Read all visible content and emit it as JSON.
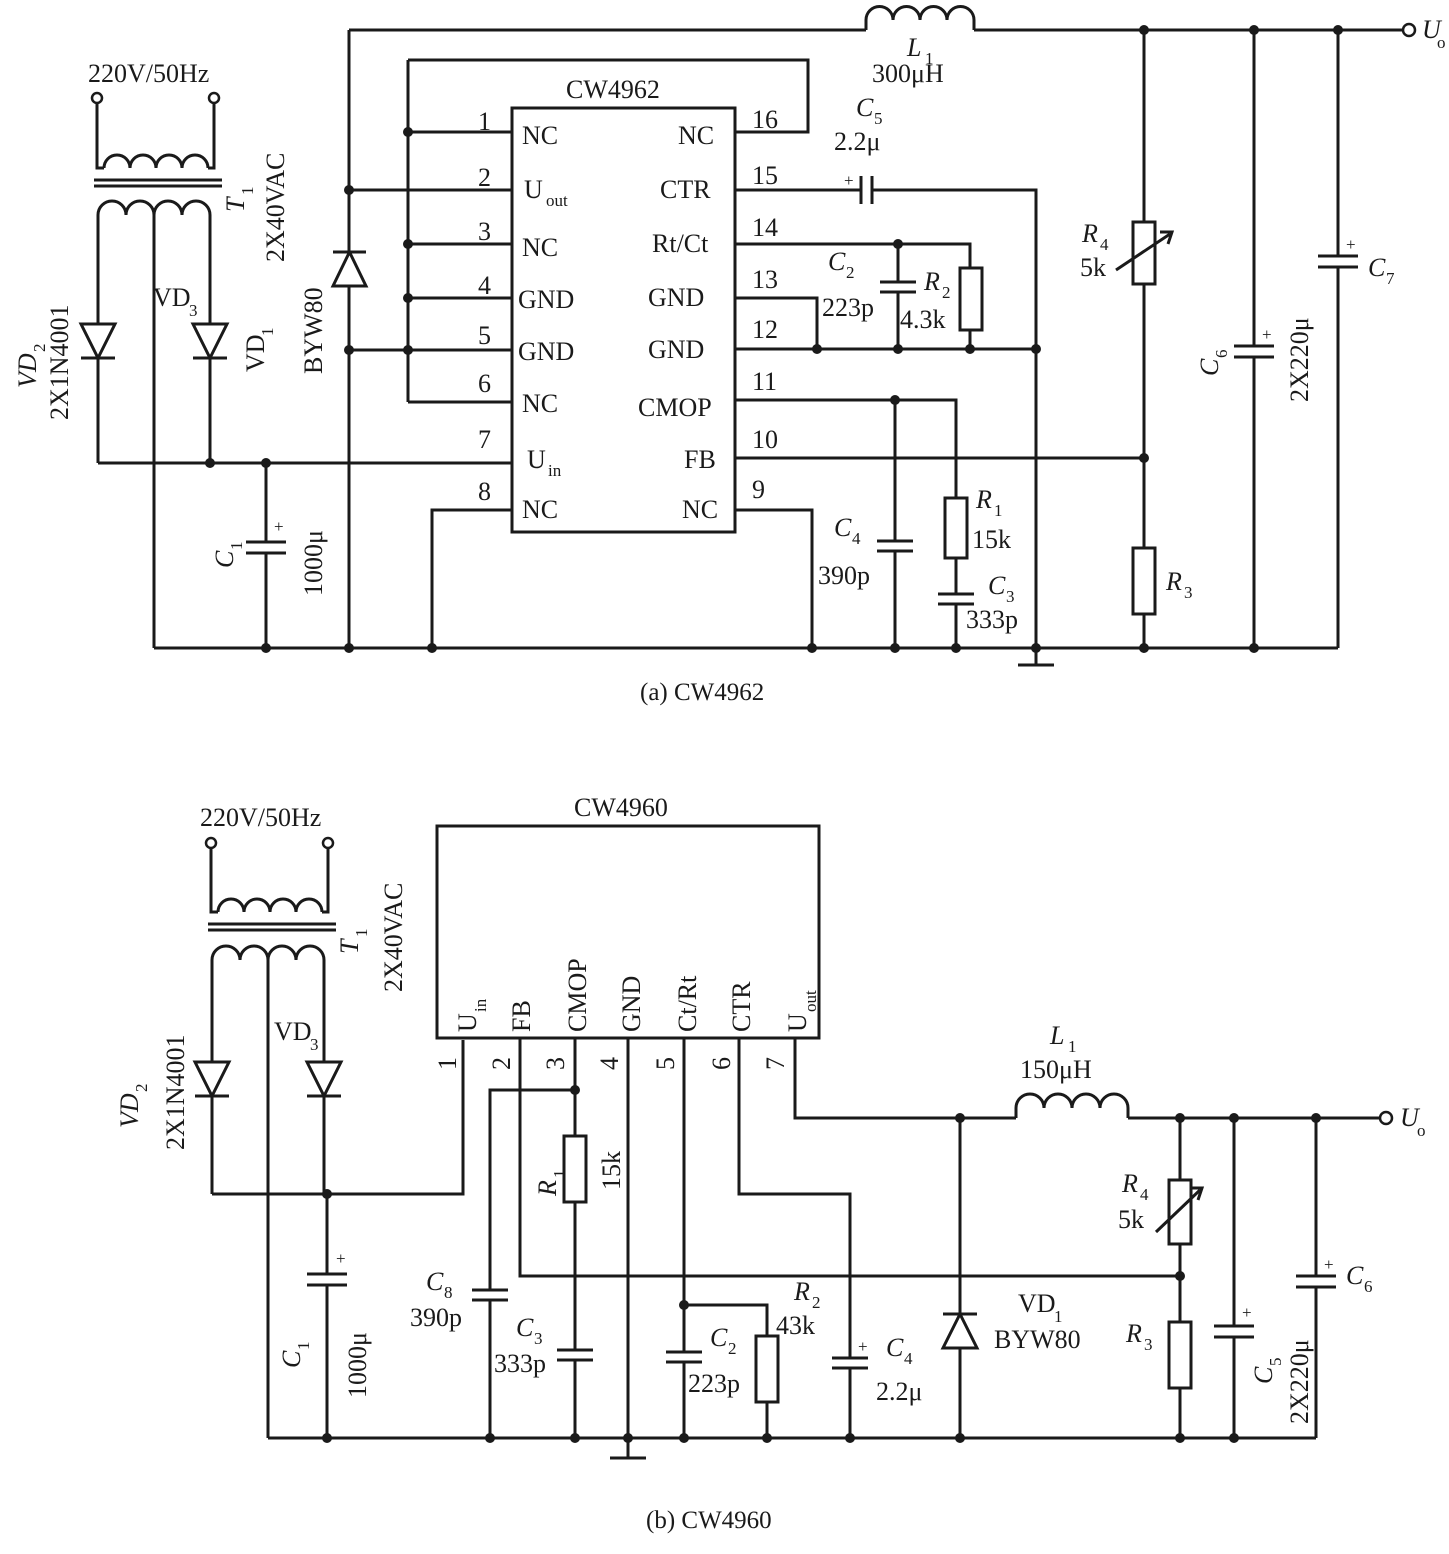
{
  "a": {
    "mains": "220V/50Hz",
    "transformer": "T",
    "transformer_sub": "1",
    "secondary": "2X40VAC",
    "chip": "CW4962",
    "pins": [
      {
        "num": "1",
        "name": "NC"
      },
      {
        "num": "2",
        "name": "U",
        "sub": "out"
      },
      {
        "num": "3",
        "name": "NC"
      },
      {
        "num": "4",
        "name": "GND"
      },
      {
        "num": "5",
        "name": "GND"
      },
      {
        "num": "6",
        "name": "NC"
      },
      {
        "num": "7",
        "name": "U",
        "sub": "in"
      },
      {
        "num": "8",
        "name": "NC"
      },
      {
        "num": "9",
        "name": "NC"
      },
      {
        "num": "10",
        "name": "FB"
      },
      {
        "num": "11",
        "name": "CMOP"
      },
      {
        "num": "12",
        "name": "GND"
      },
      {
        "num": "13",
        "name": "GND"
      },
      {
        "num": "14",
        "name": "Rt/Ct"
      },
      {
        "num": "15",
        "name": "CTR"
      },
      {
        "num": "16",
        "name": "NC"
      }
    ],
    "L1": {
      "name": "L",
      "sub": "1",
      "value": "300μH"
    },
    "C5": {
      "name": "C",
      "sub": "5",
      "value": "2.2μ"
    },
    "C2": {
      "name": "C",
      "sub": "2",
      "value": "223p"
    },
    "R2": {
      "name": "R",
      "sub": "2",
      "value": "4.3k"
    },
    "C4": {
      "name": "C",
      "sub": "4",
      "value": "390p"
    },
    "R1": {
      "name": "R",
      "sub": "1",
      "value": "15k"
    },
    "C3": {
      "name": "C",
      "sub": "3",
      "value": "333p"
    },
    "R4": {
      "name": "R",
      "sub": "4",
      "value": "5k"
    },
    "R3": {
      "name": "R",
      "sub": "3"
    },
    "C6": {
      "name": "C",
      "sub": "6"
    },
    "C7": {
      "name": "C",
      "sub": "7"
    },
    "C67_value": "2X220μ",
    "C1": {
      "name": "C",
      "sub": "1",
      "value": "1000μ"
    },
    "VD1": {
      "name": "VD",
      "sub": "1"
    },
    "VD2": {
      "name": "VD",
      "sub": "2"
    },
    "VD3": {
      "name": "VD",
      "sub": "3"
    },
    "rectifier_part": "2X1N4001",
    "freewheel_part": "BYW80",
    "out": {
      "name": "U",
      "sub": "o"
    },
    "caption": "(a)   CW4962"
  },
  "b": {
    "mains": "220V/50Hz",
    "transformer": "T",
    "transformer_sub": "1",
    "secondary": "2X40VAC",
    "chip": "CW4960",
    "pins": [
      {
        "num": "1",
        "name": "U",
        "sub": "in"
      },
      {
        "num": "2",
        "name": "FB"
      },
      {
        "num": "3",
        "name": "CMOP"
      },
      {
        "num": "4",
        "name": "GND"
      },
      {
        "num": "5",
        "name": "Ct/Rt"
      },
      {
        "num": "6",
        "name": "CTR"
      },
      {
        "num": "7",
        "name": "U",
        "sub": "out"
      }
    ],
    "L1": {
      "name": "L",
      "sub": "1",
      "value": "150μH"
    },
    "VD1": {
      "name": "VD",
      "sub": "1",
      "value": "BYW80"
    },
    "VD2": {
      "name": "VD",
      "sub": "2"
    },
    "VD3": {
      "name": "VD",
      "sub": "3"
    },
    "rectifier_part": "2X1N4001",
    "C1": {
      "name": "C",
      "sub": "1",
      "value": "1000μ"
    },
    "C8": {
      "name": "C",
      "sub": "8",
      "value": "390p"
    },
    "C3": {
      "name": "C",
      "sub": "3",
      "value": "333p"
    },
    "R1": {
      "name": "R",
      "sub": "1",
      "value": "15k"
    },
    "C2": {
      "name": "C",
      "sub": "2",
      "value": "223p"
    },
    "R2": {
      "name": "R",
      "sub": "2",
      "value": "43k"
    },
    "C4": {
      "name": "C",
      "sub": "4",
      "value": "2.2μ"
    },
    "R4": {
      "name": "R",
      "sub": "4",
      "value": "5k"
    },
    "R3": {
      "name": "R",
      "sub": "3"
    },
    "C5": {
      "name": "C",
      "sub": "5"
    },
    "C6": {
      "name": "C",
      "sub": "6"
    },
    "C56_value": "2X220μ",
    "out": {
      "name": "U",
      "sub": "o"
    },
    "caption": "(b)   CW4960"
  }
}
